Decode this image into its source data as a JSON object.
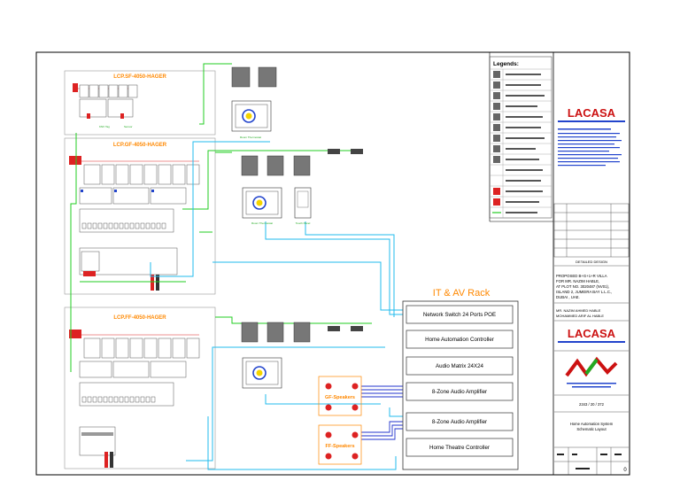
{
  "panels": {
    "sf": "LCP.SF-4050-HAGER",
    "gf": "LCP.GF-4050-HAGER",
    "ff": "LCP.FF-4050-HAGER"
  },
  "rack": {
    "title": "IT & AV Rack",
    "devices": [
      "Network Switch 24 Ports POE",
      "Home Automation Controller",
      "Audio Matrix 24X24",
      "8-Zone Audio Amplifier",
      "8-Zone Audio Amplifier",
      "Home Theatre Controller"
    ]
  },
  "speakers": {
    "gf": "GF-Speakers",
    "ff": "FF-Speakers"
  },
  "legend": {
    "title": "Legends:"
  },
  "title_block": {
    "logo": "LACASA",
    "sheet_title": "DETAILED DESIGN",
    "project_lines": [
      "PROPOSED B+G+1+R VILLA",
      "FOR MR. NAZIM HABLE,",
      "AT PLOT NO. 3020487 (NV01),",
      "ISLAND 2, JUMEIRA BAY L.L.C.,",
      "DUBAI , UAE."
    ],
    "owner_lines": [
      "MR. NAZIM AHMED HABLE",
      "MOHAMMED ARIF AL HABLE"
    ],
    "drawing_no": "2343 / 20 / 372",
    "drawing_title_lines": [
      "Home Automation System",
      "Schematic Layout"
    ]
  },
  "colors": {
    "green_wire": "#22cc22",
    "cyan_wire": "#22bbee",
    "blue_wire": "#2233cc",
    "red": "#dd2222",
    "orange_label": "#ff8800",
    "logo_red": "#cc1111"
  }
}
